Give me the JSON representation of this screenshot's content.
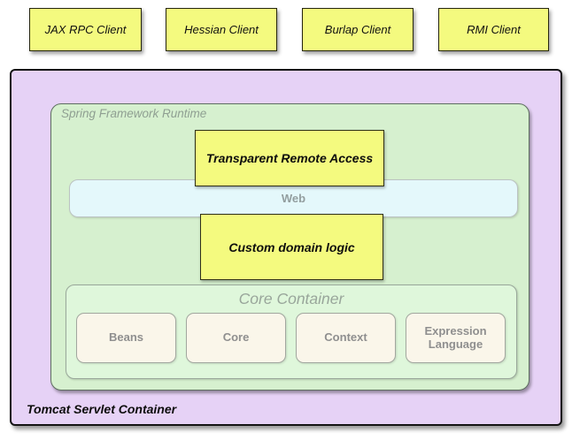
{
  "clients": [
    {
      "label": "JAX RPC Client"
    },
    {
      "label": "Hessian Client"
    },
    {
      "label": "Burlap Client"
    },
    {
      "label": "RMI Client"
    }
  ],
  "tomcat": {
    "label": "Tomcat Servlet Container"
  },
  "spring": {
    "label": "Spring Framework Runtime"
  },
  "remote_access": {
    "label": "Transparent Remote Access"
  },
  "web": {
    "label": "Web"
  },
  "domain_logic": {
    "label": "Custom domain logic"
  },
  "core_container": {
    "label": "Core Container",
    "modules": [
      {
        "label": "Beans"
      },
      {
        "label": "Core"
      },
      {
        "label": "Context"
      },
      {
        "label": "Expression Language"
      }
    ]
  },
  "colors": {
    "client_box_fill": "#F4FA7F",
    "highlight_box_fill": "#F4FA7F",
    "tomcat_fill": "#E6D2F6",
    "spring_fill": "#D6F0CF",
    "web_fill": "#E4F8FB",
    "core_fill": "#DFF7DB",
    "module_fill": "#FAF6EA",
    "gray_label_text": "#909f92",
    "dark_text": "#0d0d0d"
  }
}
